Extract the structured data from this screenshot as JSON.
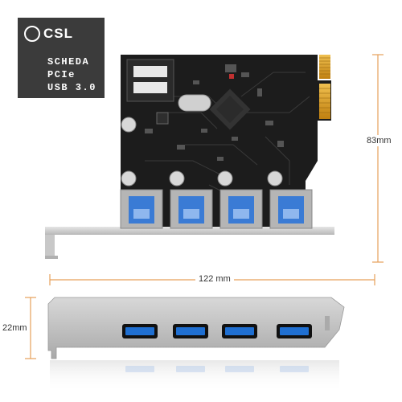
{
  "logo": {
    "brand": "CSL"
  },
  "badge": {
    "line1": "SCHEDA",
    "line2": "PCIe",
    "line3": "USB 3.0"
  },
  "dimensions": {
    "height": "83mm",
    "length": "122 mm",
    "bracket_height": "22mm"
  },
  "colors": {
    "badge_bg": "#3b3b3b",
    "dimension_lines": "#e6a05a",
    "pcb": "#1c1c1c",
    "usb_port_blue": "#1f6fd1",
    "gold_contacts": "#d8a020",
    "bracket": "#cfcfcf"
  },
  "ports": {
    "count": 4
  }
}
